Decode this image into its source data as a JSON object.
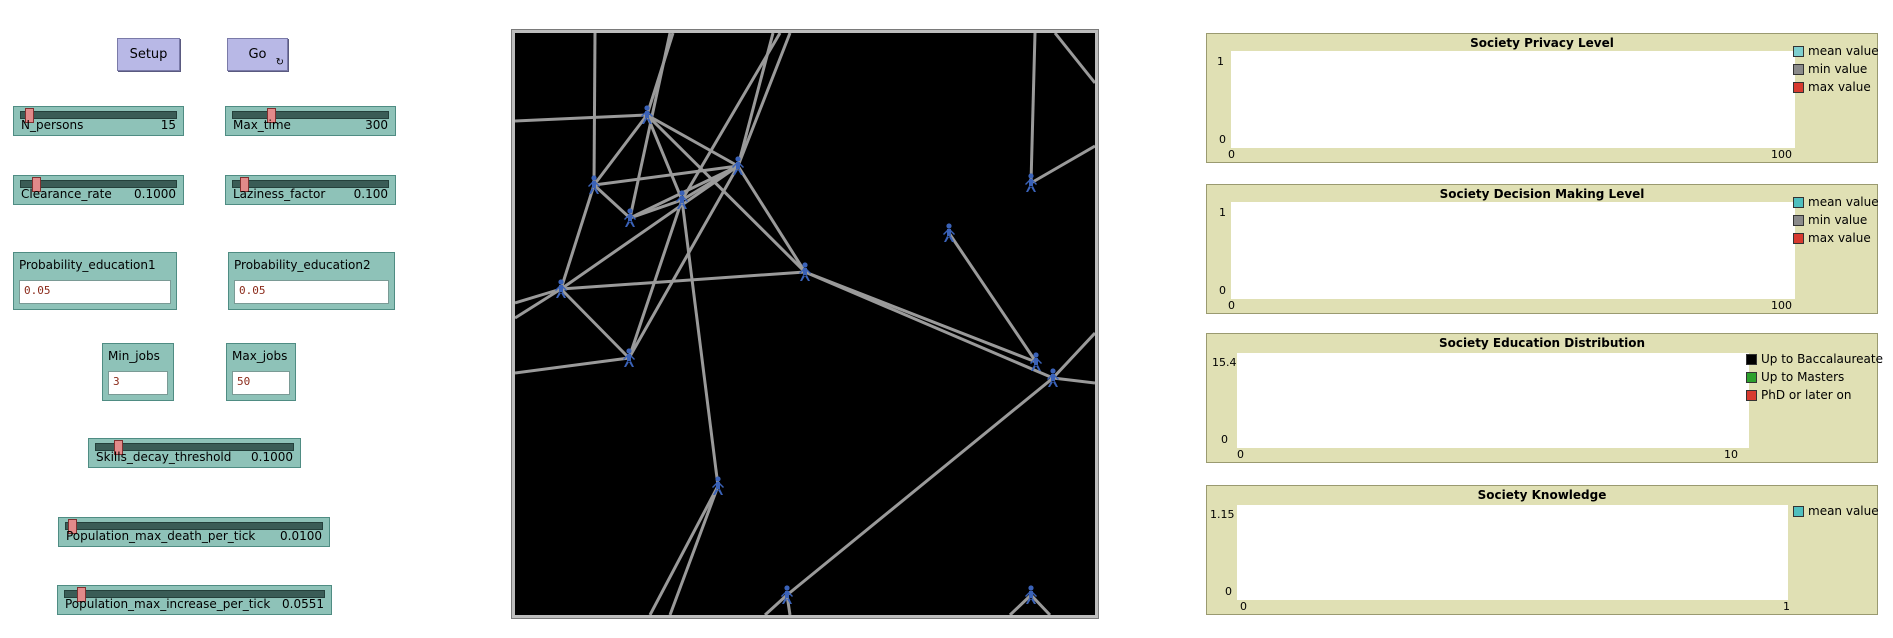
{
  "buttons": {
    "setup": "Setup",
    "go": "Go",
    "go_forever_icon": "forever-arrows-icon"
  },
  "sliders": [
    {
      "label": "N_persons",
      "value": "15",
      "fraction": 0.03
    },
    {
      "label": "Max_time",
      "value": "300",
      "fraction": 0.23
    },
    {
      "label": "Clearance_rate",
      "value": "0.1000",
      "fraction": 0.08
    },
    {
      "label": "Laziness_factor",
      "value": "0.100",
      "fraction": 0.05
    },
    {
      "label": "Skills_decay_threshold",
      "value": "0.1000",
      "fraction": 0.1
    },
    {
      "label": "Population_max_death_per_tick",
      "value": "0.0100",
      "fraction": 0.01
    },
    {
      "label": "Population_max_increase_per_tick",
      "value": "0.0551",
      "fraction": 0.05
    }
  ],
  "inputs": {
    "prob_edu1": {
      "label": "Probability_education1",
      "value": "0.05"
    },
    "prob_edu2": {
      "label": "Probability_education2",
      "value": "0.05"
    },
    "min_jobs": {
      "label": "Min_jobs",
      "value": "3"
    },
    "max_jobs": {
      "label": "Max_jobs",
      "value": "50"
    }
  },
  "plots": [
    {
      "title": "Society Privacy Level",
      "ymax": "1",
      "ymin": "0",
      "xmin": "0",
      "xmax": "100",
      "legend": [
        {
          "label": "mean value",
          "color": "#7ecfcf"
        },
        {
          "label": "min value",
          "color": "#8a8a8a"
        },
        {
          "label": "max value",
          "color": "#d73a2f"
        }
      ]
    },
    {
      "title": "Society Decision Making Level",
      "ymax": "1",
      "ymin": "0",
      "xmin": "0",
      "xmax": "100",
      "legend": [
        {
          "label": "mean value",
          "color": "#4fbfbf"
        },
        {
          "label": "min value",
          "color": "#8a8a8a"
        },
        {
          "label": "max value",
          "color": "#d73a2f"
        }
      ]
    },
    {
      "title": "Society Education Distribution",
      "ymax": "15.4",
      "ymin": "0",
      "xmin": "0",
      "xmax": "10",
      "legend": [
        {
          "label": "Up to Baccalaureate",
          "color": "#000000"
        },
        {
          "label": "Up to Masters",
          "color": "#2ca02c"
        },
        {
          "label": "PhD or later on",
          "color": "#d73a2f"
        }
      ]
    },
    {
      "title": "Society Knowledge",
      "ymax": "1.15",
      "ymin": "0",
      "xmin": "0",
      "xmax": "1",
      "legend": [
        {
          "label": "mean value",
          "color": "#4fbfbf"
        }
      ]
    }
  ],
  "world": {
    "background": "#000000",
    "link_color": "#9a9a9a",
    "turtle_color": "#3a62b8",
    "turtle_icon": "person-icon"
  }
}
